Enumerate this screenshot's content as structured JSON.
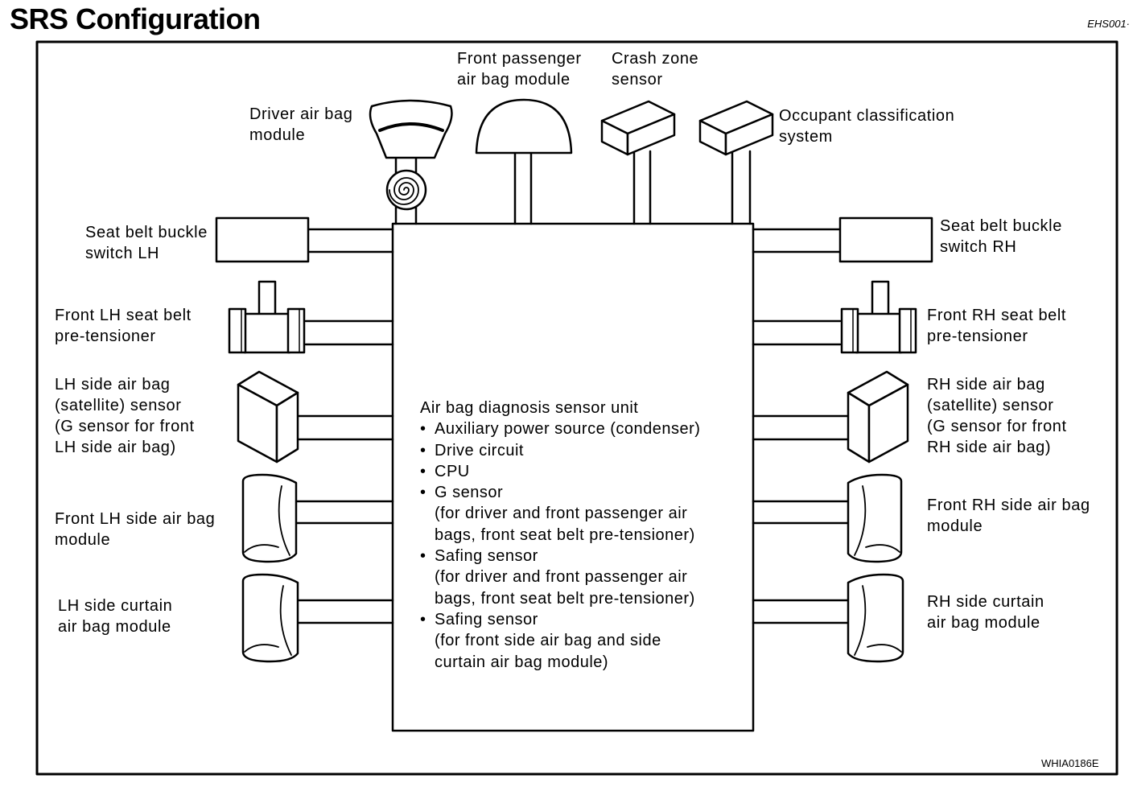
{
  "title": "SRS Configuration",
  "ref_code": "EHS001·",
  "figure_code": "WHIA0186E",
  "components": {
    "driver_air_bag": "Driver air bag\nmodule",
    "front_passenger_air_bag": "Front passenger\nair bag module",
    "crash_zone_sensor": "Crash zone\nsensor",
    "occupant_classification": "Occupant classification\nsystem",
    "seat_belt_buckle_lh": "Seat belt buckle\nswitch LH",
    "seat_belt_buckle_rh": "Seat belt buckle\nswitch RH",
    "pretensioner_lh": "Front LH seat belt\npre-tensioner",
    "pretensioner_rh": "Front RH seat belt\npre-tensioner",
    "side_sensor_lh": "LH side air bag\n(satellite) sensor\n(G sensor for front\nLH side air bag)",
    "side_sensor_rh": "RH side air bag\n(satellite) sensor\n(G sensor for front\nRH side air bag)",
    "side_air_bag_lh": "Front LH side air bag\nmodule",
    "side_air_bag_rh": "Front RH side air bag\nmodule",
    "curtain_lh": "LH side curtain\nair bag module",
    "curtain_rh": "RH side curtain\nair bag module"
  },
  "sensor_unit": {
    "title": "Air bag diagnosis sensor unit",
    "items": [
      {
        "label": "Auxiliary power source (condenser)",
        "sub": ""
      },
      {
        "label": "Drive circuit",
        "sub": ""
      },
      {
        "label": "CPU",
        "sub": ""
      },
      {
        "label": "G sensor",
        "sub": "(for driver and front passenger air\nbags, front seat belt pre-tensioner)"
      },
      {
        "label": "Safing sensor",
        "sub": "(for driver and front passenger air\nbags, front seat belt pre-tensioner)"
      },
      {
        "label": "Safing sensor",
        "sub": "(for front side air bag and side\ncurtain air bag module)"
      }
    ]
  }
}
